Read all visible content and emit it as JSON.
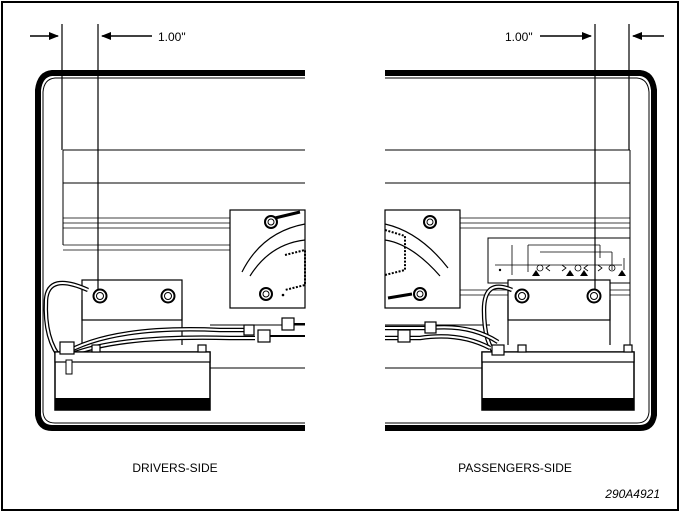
{
  "dimension_left": "1.00\"",
  "dimension_right": "1.00\"",
  "caption_left": "DRIVERS-SIDE",
  "caption_right": "PASSENGERS-SIDE",
  "figure_id": "290A4921"
}
